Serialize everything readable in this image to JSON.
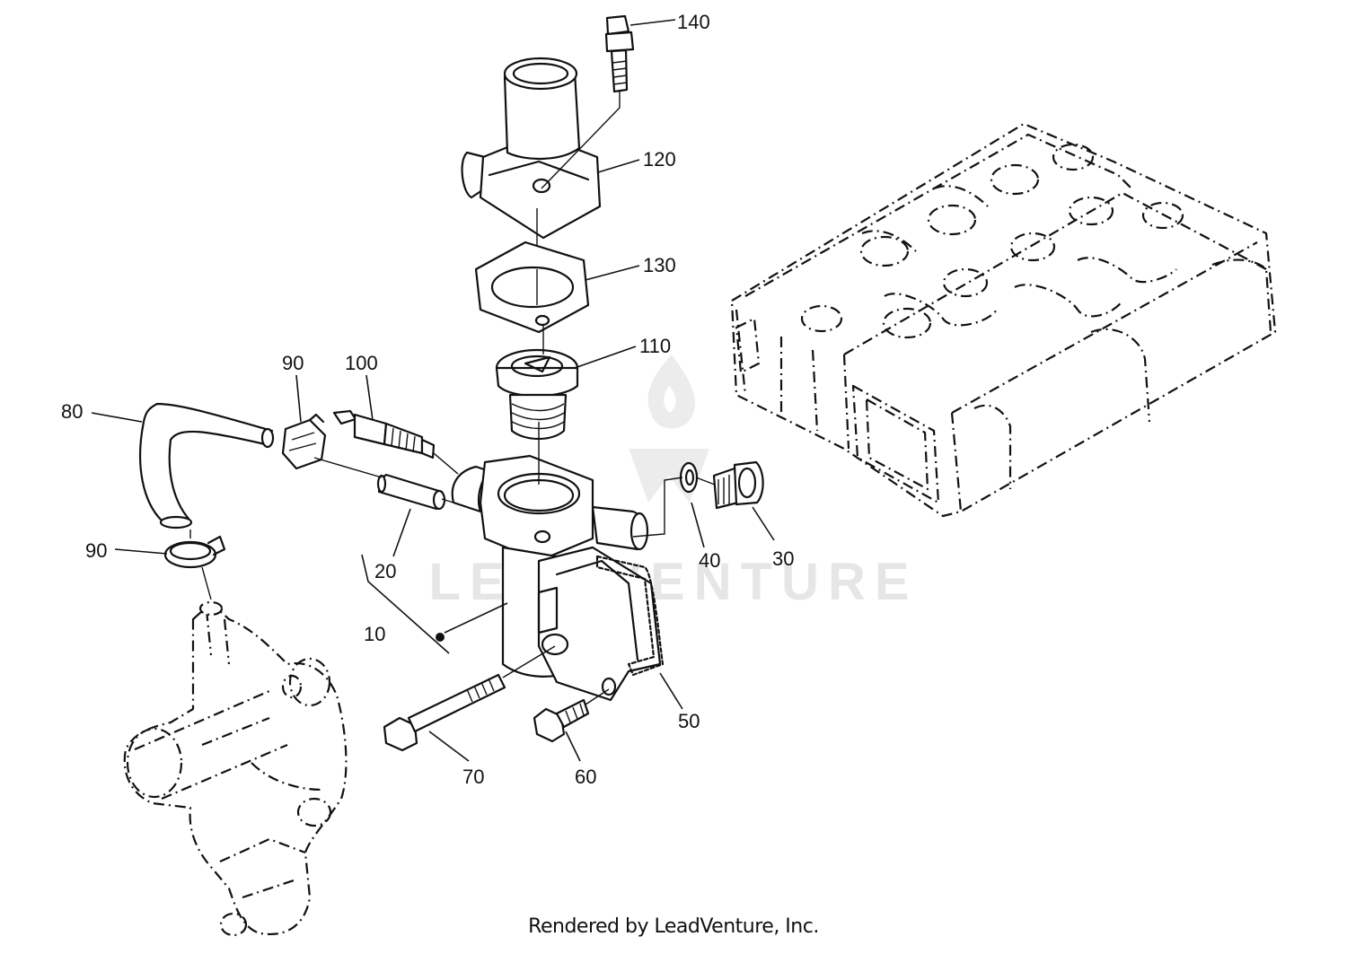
{
  "watermark": {
    "text": "LEADVENTURE"
  },
  "footer": {
    "text": "Rendered by LeadVenture, Inc."
  },
  "callouts": {
    "c140": "140",
    "c120": "120",
    "c130": "130",
    "c110": "110",
    "c100": "100",
    "c90a": "90",
    "c80": "80",
    "c90b": "90",
    "c20": "20",
    "c10": "10",
    "c40": "40",
    "c30": "30",
    "c50": "50",
    "c60": "60",
    "c70": "70"
  }
}
